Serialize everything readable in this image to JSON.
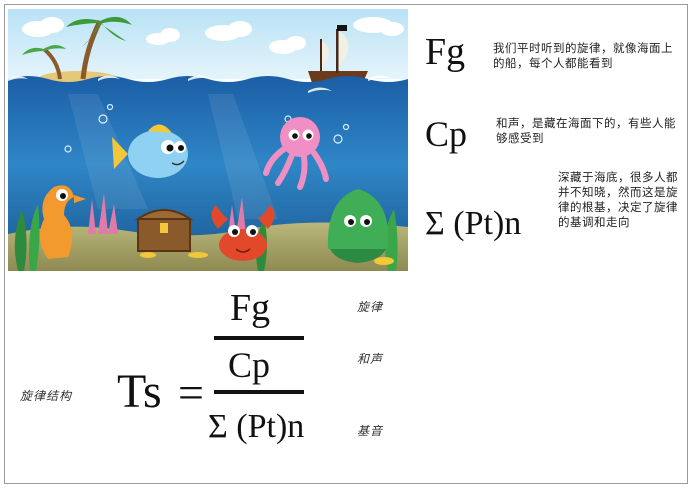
{
  "legend": {
    "fg": {
      "term": "Fg",
      "desc": "我们平时听到的旋律，就像海面上的船，每个人都能看到"
    },
    "cp": {
      "term": "Cp",
      "desc": "和声，是藏在海面下的，有些人能够感受到"
    },
    "sum": {
      "term": "Σ (Pt)n",
      "desc": "深藏于海底，很多人都并不知晓，然而这是旋律的根基，决定了旋律的基调和走向"
    }
  },
  "formula": {
    "structure_label": "旋律结构",
    "lhs": "Ts",
    "equals": "=",
    "top": "Fg",
    "middle": "Cp",
    "bottom": "Σ (Pt)n",
    "top_label": "旋律",
    "middle_label": "和声",
    "bottom_label": "基音"
  },
  "colors": {
    "sky": "#cfe9f7",
    "sea_top": "#1b5ea6",
    "sea_deep": "#0e3f7a",
    "sand": "#c2c07a"
  }
}
